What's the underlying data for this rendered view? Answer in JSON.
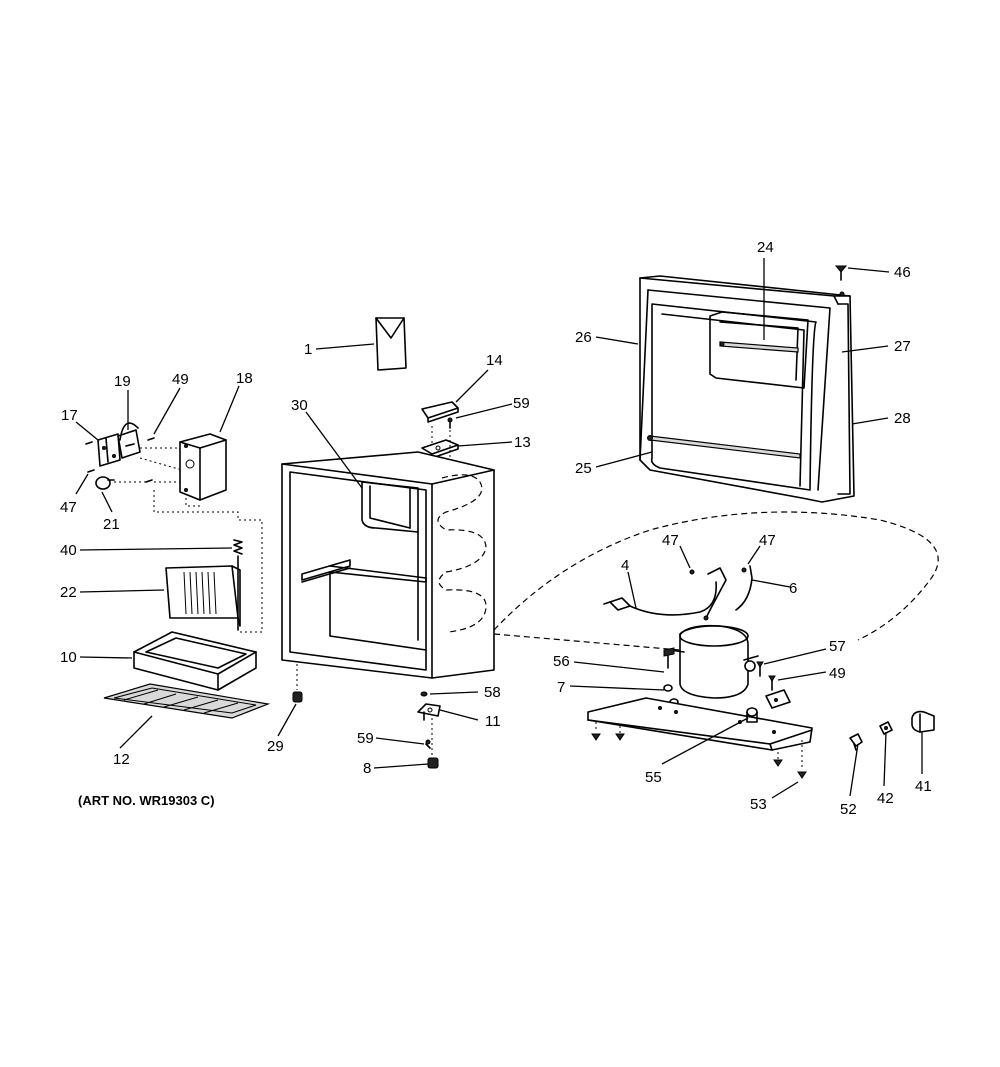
{
  "art_number": "(ART NO. WR19303 C)",
  "callouts": {
    "c1": "1",
    "c4": "4",
    "c6": "6",
    "c7": "7",
    "c8": "8",
    "c10": "10",
    "c11": "11",
    "c12": "12",
    "c13": "13",
    "c14": "14",
    "c17": "17",
    "c18": "18",
    "c19": "19",
    "c21": "21",
    "c22": "22",
    "c24": "24",
    "c25": "25",
    "c26": "26",
    "c27": "27",
    "c28": "28",
    "c29": "29",
    "c30": "30",
    "c40": "40",
    "c41": "41",
    "c42": "42",
    "c46": "46",
    "c47a": "47",
    "c47b": "47",
    "c47c": "47",
    "c49a": "49",
    "c49b": "49",
    "c52": "52",
    "c53": "53",
    "c55": "55",
    "c56": "56",
    "c57": "57",
    "c58": "58",
    "c59a": "59",
    "c59b": "59"
  }
}
